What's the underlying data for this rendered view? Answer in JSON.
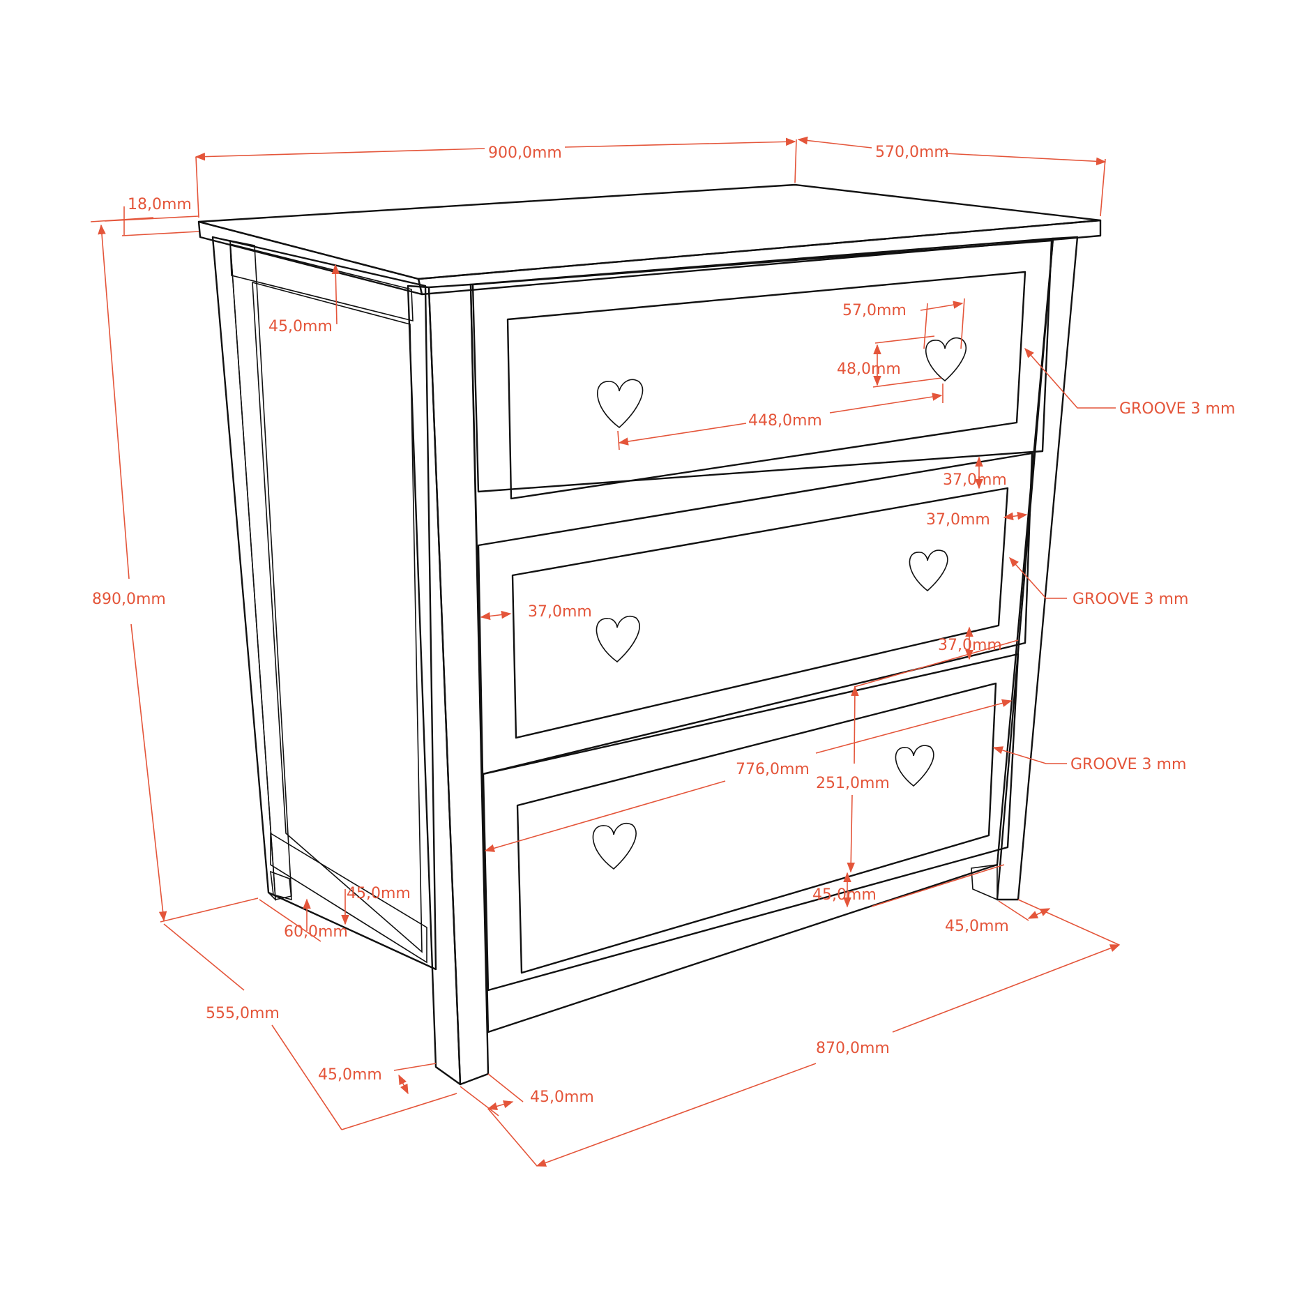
{
  "drawing": {
    "subject": "Chest of 3 drawers with heart-shaped handles",
    "annotation_color": "#e4553a",
    "line_color": "#111111",
    "top_color": "#a9a9a9",
    "side_color": "#cfcfcf",
    "front_color": "#ffffff",
    "handle_color": "#9a9a9a"
  },
  "dimensions": {
    "overall_width": "900,0mm",
    "top_depth": "570,0mm",
    "top_thickness": "18,0mm",
    "overall_height": "890,0mm",
    "side_top_rail": "45,0mm",
    "handle_width": "57,0mm",
    "handle_height": "48,0mm",
    "handle_spacing": "448,0mm",
    "drawer_gap_top": "37,0mm",
    "drawer_gap_side_right": "37,0mm",
    "drawer_gap_side_left": "37,0mm",
    "drawer_gap_middle": "37,0mm",
    "drawer_front_width": "776,0mm",
    "drawer_front_height": "251,0mm",
    "bottom_rail": "45,0mm",
    "side_bottom_rail": "45,0mm",
    "side_bottom_offset": "60,0mm",
    "base_depth": "555,0mm",
    "leg_depth_left": "45,0mm",
    "leg_width_front": "45,0mm",
    "base_width": "870,0mm",
    "leg_width_right": "45,0mm"
  },
  "notes": [
    {
      "label": "GROOVE 3 mm"
    },
    {
      "label": "GROOVE 3 mm"
    },
    {
      "label": "GROOVE 3 mm"
    }
  ]
}
